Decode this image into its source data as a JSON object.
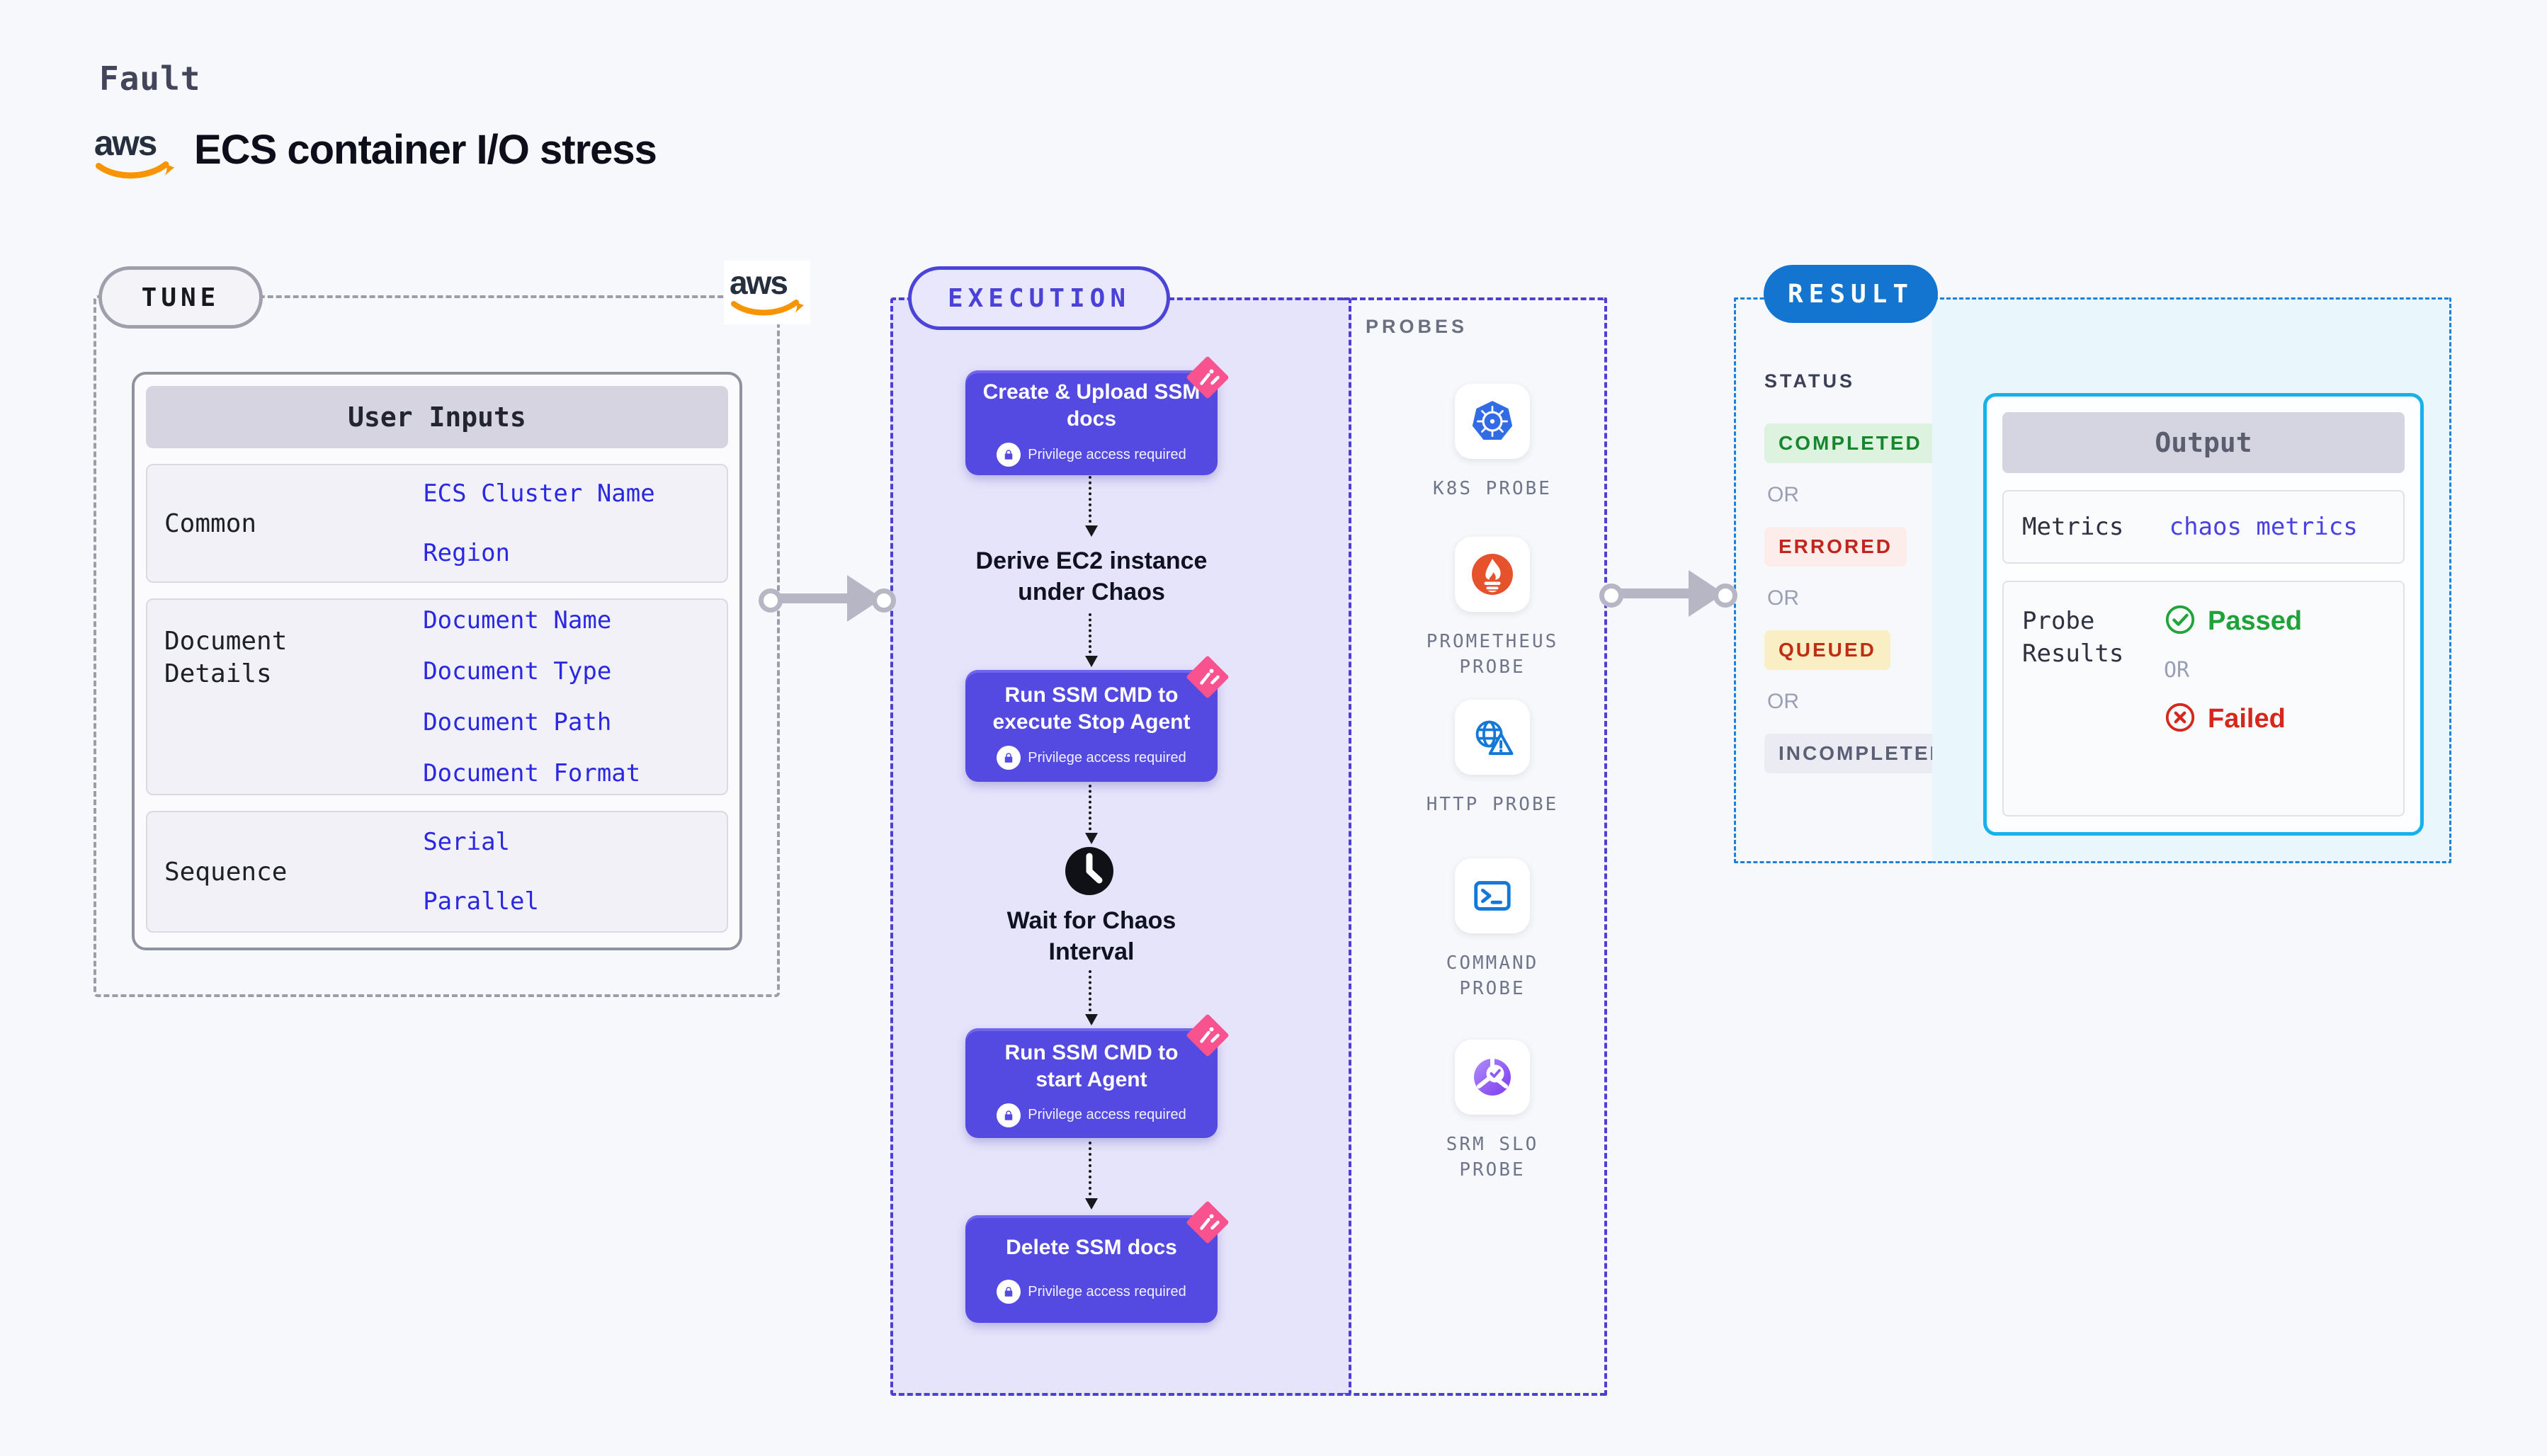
{
  "header": {
    "kicker": "Fault",
    "title": "ECS container I/O stress"
  },
  "tune": {
    "badge": "TUNE",
    "card": {
      "title": "User Inputs",
      "rows": [
        {
          "label": "Common",
          "values": [
            "ECS Cluster Name",
            "Region"
          ]
        },
        {
          "label": "Document Details",
          "values": [
            "Document Name",
            "Document Type",
            "Document Path",
            "Document Format"
          ]
        },
        {
          "label": "Sequence",
          "values": [
            "Serial",
            "Parallel"
          ]
        }
      ]
    }
  },
  "execution": {
    "badge": "EXECUTION",
    "lock_note": "Privilege access required",
    "steps": [
      {
        "type": "block",
        "title": "Create & Upload SSM docs"
      },
      {
        "type": "label",
        "title": "Derive EC2 instance under Chaos"
      },
      {
        "type": "block",
        "title": "Run SSM CMD to execute Stop Agent"
      },
      {
        "type": "wait",
        "title": "Wait for Chaos Interval"
      },
      {
        "type": "block",
        "title": "Run SSM CMD to start Agent"
      },
      {
        "type": "block",
        "title": "Delete SSM docs"
      }
    ]
  },
  "probes": {
    "heading": "PROBES",
    "items": [
      {
        "label": "K8S PROBE",
        "icon": "kubernetes-icon"
      },
      {
        "label": "PROMETHEUS PROBE",
        "icon": "prometheus-icon"
      },
      {
        "label": "HTTP PROBE",
        "icon": "http-globe-icon"
      },
      {
        "label": "COMMAND PROBE",
        "icon": "terminal-icon"
      },
      {
        "label": "SRM SLO PROBE",
        "icon": "slo-gauge-icon"
      }
    ]
  },
  "result": {
    "badge": "RESULT",
    "status": {
      "heading": "STATUS",
      "separator": "OR",
      "states": [
        {
          "label": "COMPLETED",
          "fg": "#17862f",
          "bg": "#ddf3e0"
        },
        {
          "label": "ERRORED",
          "fg": "#c1251b",
          "bg": "#fcecea"
        },
        {
          "label": "QUEUED",
          "fg": "#bf2d12",
          "bg": "#faeec4"
        },
        {
          "label": "INCOMPLETED",
          "fg": "#5b6074",
          "bg": "#ebecf3"
        }
      ]
    },
    "output": {
      "title": "Output",
      "metrics_label": "Metrics",
      "metrics_value": "chaos metrics",
      "probe_results_label": "Probe Results",
      "passed": "Passed",
      "or": "OR",
      "failed": "Failed"
    }
  },
  "colors": {
    "accent_indigo": "#544ae2",
    "accent_blue": "#1375cf",
    "accent_cyan": "#16b2e9",
    "pink_spark": "#f8538f",
    "link_blue": "#2b28e2",
    "passed_green": "#1fa23a",
    "failed_red": "#d6271c",
    "aws_orange": "#f79400"
  }
}
